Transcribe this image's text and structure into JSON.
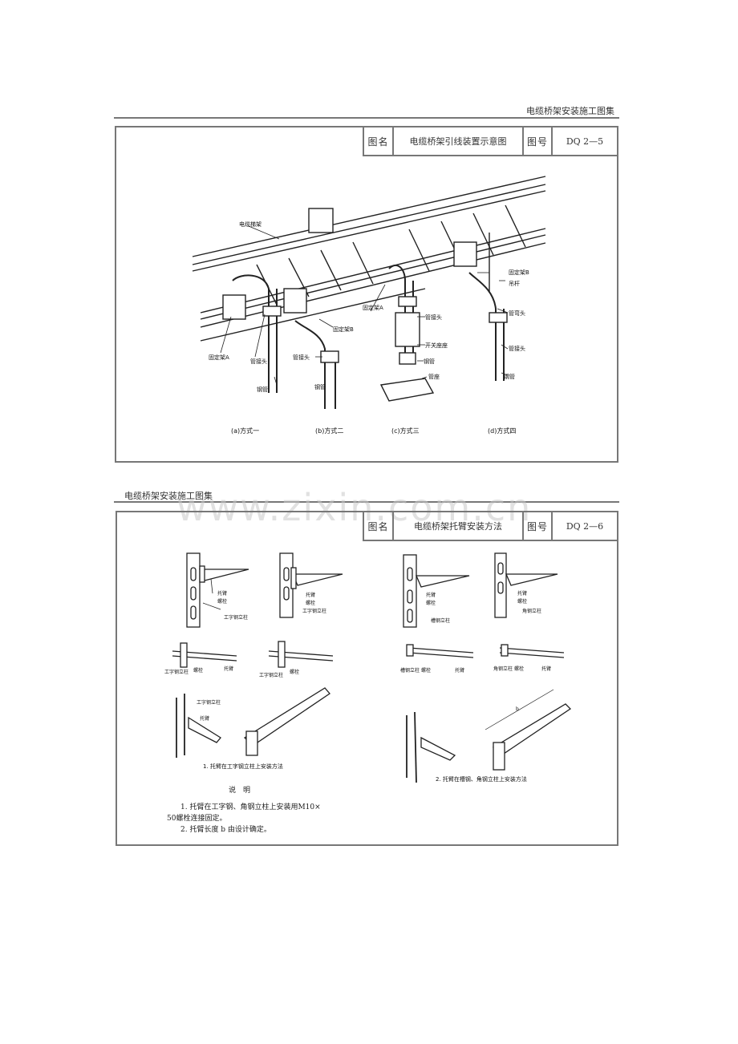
{
  "page_header": "电缆桥架安装施工图集",
  "sheet1": {
    "name_label": "图名",
    "name_value": "电缆桥架引线装置示意图",
    "number_label": "图号",
    "number_value": "DQ 2—5",
    "labels": {
      "tray": "电缆梯架",
      "fixA_left": "固定架A",
      "fixA_center": "固定架A",
      "fixB_b": "固定架B",
      "fixB_d": "固定架B",
      "pipe_joint_a": "管接头",
      "pipe_joint_b": "管接头",
      "pipe_joint_c": "管接头",
      "pipe_joint_d": "管接头",
      "steel_pipe_a": "钢管",
      "steel_pipe_b": "钢管",
      "steel_pipe_c": "钢管",
      "steel_pipe_d": "钢管",
      "switch_box": "开关座座",
      "pipe_seat": "管座",
      "hanger_rod": "吊杆",
      "elbow": "管弯头"
    },
    "methods": [
      "(a)方式一",
      "(b)方式二",
      "(c)方式三",
      "(d)方式四"
    ]
  },
  "sheet2_header": "电缆桥架安装施工图集",
  "watermark": "www.zixin.com.cn",
  "sheet2": {
    "name_label": "图名",
    "name_value": "电缆桥架托臂安装方法",
    "number_label": "图号",
    "number_value": "DQ 2—6",
    "labels": {
      "arm1": "托臂",
      "bolt1": "螺栓",
      "column1": "工字钢立柱",
      "arm2": "托臂",
      "bolt2": "螺栓",
      "column2": "工字钢立柱",
      "arm3": "托臂",
      "bolt3": "螺栓",
      "column3": "槽钢立柱",
      "arm4": "托臂",
      "bolt4": "螺栓",
      "column4": "角钢立柱",
      "plan_column1": "工字钢立柱",
      "plan_bolt1": "螺栓",
      "plan_arm1": "托臂",
      "plan_column2": "工字钢立柱",
      "plan_bolt2": "螺栓",
      "plan_column3": "槽钢立柱",
      "plan_bolt3": "螺栓",
      "plan_arm3": "托臂",
      "plan_column4": "角钢立柱",
      "plan_bolt4": "螺栓",
      "plan_arm4": "托臂",
      "iso_column": "工字钢立柱",
      "iso_arm": "托臂",
      "dim_b": "b"
    },
    "caption_left": "1. 托臂在工字钢立柱上安装方法",
    "caption_right": "2. 托臂在槽钢、角钢立柱上安装方法",
    "notes_title": "说　明",
    "notes": [
      "1. 托臂在工字钢、角钢立柱上安装用M10×",
      "50螺栓连接固定。",
      "2. 托臂长度 b 由设计确定。"
    ]
  }
}
